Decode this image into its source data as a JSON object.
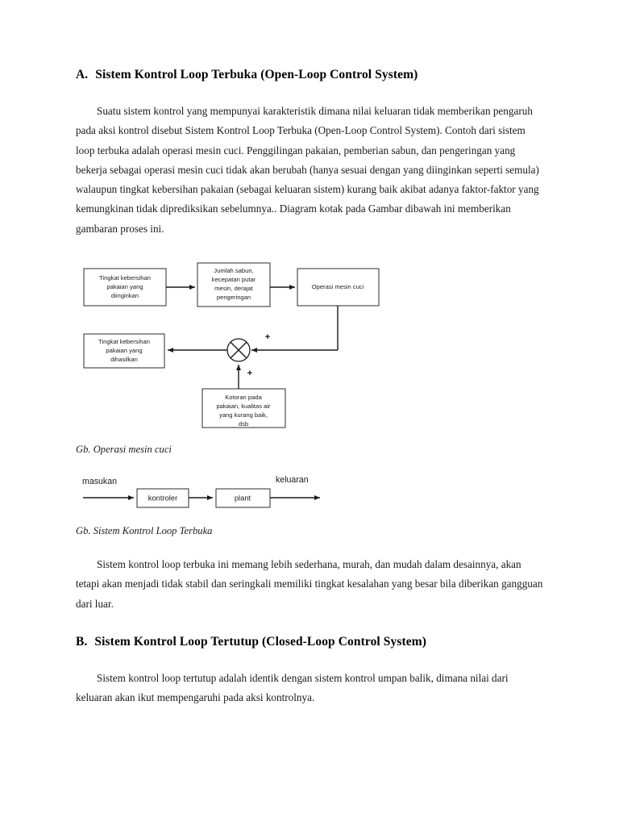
{
  "document": {
    "sections": [
      {
        "letter": "A.",
        "title": "Sistem Kontrol Loop Terbuka (Open-Loop Control System)",
        "paragraph": "Suatu sistem kontrol yang mempunyai karakteristik dimana nilai keluaran tidak memberikan pengaruh pada aksi kontrol disebut Sistem Kontrol Loop Terbuka (Open-Loop Control System). Contoh dari sistem loop terbuka adalah operasi mesin cuci. Penggilingan pakaian, pemberian sabun, dan pengeringan yang bekerja sebagai operasi mesin cuci tidak akan berubah (hanya sesuai dengan yang diinginkan seperti semula) walaupun tingkat kebersihan pakaian (sebagai keluaran sistem) kurang baik akibat adanya faktor-faktor yang kemungkinan tidak diprediksikan sebelumnya.. Diagram kotak pada Gambar dibawah ini memberikan gambaran proses ini."
      },
      {
        "letter": "B.",
        "title": "Sistem Kontrol Loop Tertutup (Closed-Loop Control System)",
        "paragraph": "Sistem kontrol loop tertutup adalah identik dengan sistem kontrol umpan balik, dimana nilai dari keluaran akan ikut mempengaruhi pada aksi kontrolnya."
      }
    ],
    "closing_paragraph": "Sistem kontrol loop terbuka ini memang lebih sederhana, murah, dan mudah dalam desainnya, akan tetapi akan menjadi tidak stabil dan seringkali memiliki tingkat kesalahan yang besar bila diberikan gangguan dari luar."
  },
  "figure_washing_machine": {
    "caption": "Gb. Operasi mesin cuci",
    "boxes": {
      "desired": "Tingkat kebersihan pakaian yang diinginkan",
      "desired_lines": [
        "Tingkat kebersihan",
        "pakaian yang",
        "diinginkan"
      ],
      "control_signal_lines": [
        "Jumlah sabun,",
        "kecepatan putar",
        "mesin, derajat",
        "pengeringan"
      ],
      "process": "Operasi mesin cuci",
      "output_lines": [
        "Tingkat kebersihan",
        "pakaian yang",
        "dihasilkan"
      ],
      "disturbance_lines": [
        "Kotoran pada",
        "pakaian, kualitas air",
        "yang kurang baik,",
        "dsb"
      ]
    },
    "signs": {
      "top": "+",
      "bottom": "+"
    }
  },
  "figure_open_loop": {
    "caption": "Gb. Sistem Kontrol Loop Terbuka",
    "input_label": "masukan",
    "output_label": "keluaran",
    "controller": "kontroler",
    "plant": "plant"
  },
  "colors": {
    "text": "#1a1a1a",
    "line": "#1b1b1b",
    "box_border": "#2b2b2b",
    "page_background": "#ffffff"
  }
}
